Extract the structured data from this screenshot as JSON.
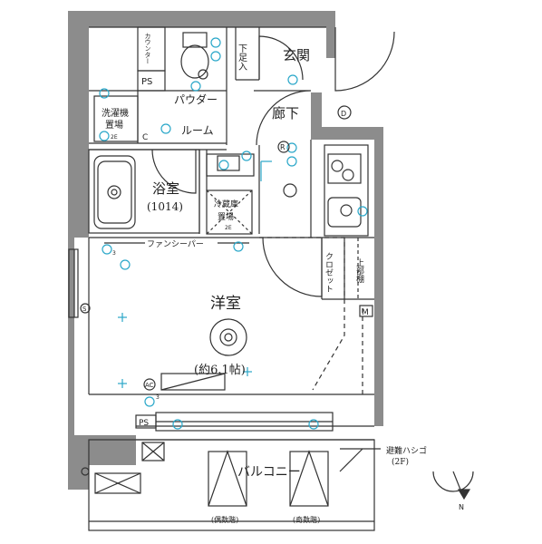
{
  "rooms": {
    "entrance": "玄関",
    "shoe_box": "下足入",
    "corridor": "廊下",
    "powder_line1": "パウダー",
    "powder_line2": "ルーム",
    "counter": "カウンター",
    "ps_top": "PS",
    "washer_line1": "洗濯機",
    "washer_line2": "置場",
    "bath_name": "浴室",
    "bath_size": "(1014)",
    "fridge_line1": "冷蔵庫",
    "fridge_line2": "置場",
    "fan": "ファンシーパー",
    "closet": "クロゼット",
    "upper_shelf": "上部棚",
    "western_name": "洋室",
    "western_size": "(約6.1帖)",
    "ps_bottom": "PS",
    "balcony": "バルコニー",
    "even_floor": "(偶数階)",
    "odd_floor": "(奇数階)",
    "escape_ladder": "避難ハシゴ",
    "escape_floor": "(2F)"
  },
  "symbols": {
    "r_mark": "R",
    "c_mark": "C",
    "d_mark": "D",
    "m_mark": "M",
    "ac_mark": "AC",
    "s_mark": "S",
    "small_2e": "2E",
    "small_3": "3",
    "compass_n": "N"
  },
  "colors": {
    "wall": "#8c8c8c",
    "line": "#333333",
    "cyan": "#2aa7c9",
    "fill_light": "#f2f2f2"
  }
}
